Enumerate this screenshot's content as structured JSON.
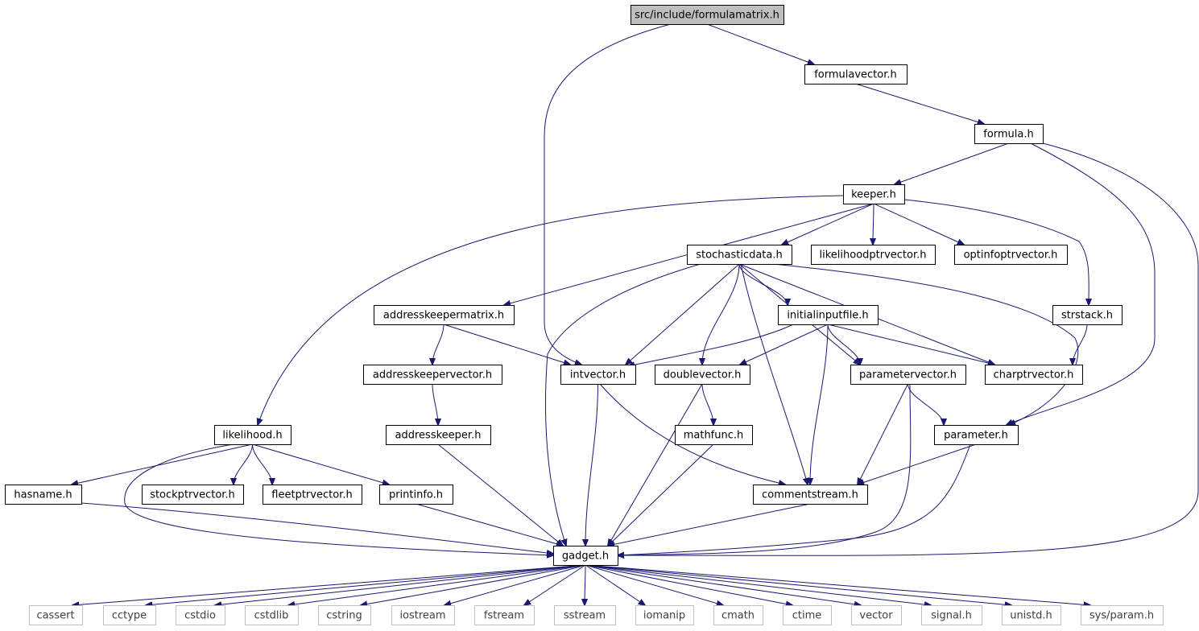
{
  "graph": {
    "root": "src/include/formulamatrix.h",
    "colors": {
      "edge": "#191970",
      "root_fill": "#bfbfbf",
      "node_border": "#000000",
      "external_border": "#bfbfbf"
    },
    "nodes": [
      {
        "id": "formulamatrix",
        "label": "src/include/formulamatrix.h",
        "kind": "root"
      },
      {
        "id": "formulavector",
        "label": "formulavector.h",
        "kind": "internal"
      },
      {
        "id": "formula",
        "label": "formula.h",
        "kind": "internal"
      },
      {
        "id": "keeper",
        "label": "keeper.h",
        "kind": "internal"
      },
      {
        "id": "stochasticdata",
        "label": "stochasticdata.h",
        "kind": "internal"
      },
      {
        "id": "likelihoodptrvector",
        "label": "likelihoodptrvector.h",
        "kind": "internal"
      },
      {
        "id": "optinfoptrvector",
        "label": "optinfoptrvector.h",
        "kind": "internal"
      },
      {
        "id": "addresskeepermatrix",
        "label": "addresskeepermatrix.h",
        "kind": "internal"
      },
      {
        "id": "initialinputfile",
        "label": "initialinputfile.h",
        "kind": "internal"
      },
      {
        "id": "strstack",
        "label": "strstack.h",
        "kind": "internal"
      },
      {
        "id": "addresskeepervector",
        "label": "addresskeepervector.h",
        "kind": "internal"
      },
      {
        "id": "intvector",
        "label": "intvector.h",
        "kind": "internal"
      },
      {
        "id": "doublevector",
        "label": "doublevector.h",
        "kind": "internal"
      },
      {
        "id": "parametervector",
        "label": "parametervector.h",
        "kind": "internal"
      },
      {
        "id": "charptrvector",
        "label": "charptrvector.h",
        "kind": "internal"
      },
      {
        "id": "likelihood",
        "label": "likelihood.h",
        "kind": "internal"
      },
      {
        "id": "addresskeeper",
        "label": "addresskeeper.h",
        "kind": "internal"
      },
      {
        "id": "mathfunc",
        "label": "mathfunc.h",
        "kind": "internal"
      },
      {
        "id": "parameter",
        "label": "parameter.h",
        "kind": "internal"
      },
      {
        "id": "hasname",
        "label": "hasname.h",
        "kind": "internal"
      },
      {
        "id": "stockptrvector",
        "label": "stockptrvector.h",
        "kind": "internal"
      },
      {
        "id": "fleetptrvector",
        "label": "fleetptrvector.h",
        "kind": "internal"
      },
      {
        "id": "printinfo",
        "label": "printinfo.h",
        "kind": "internal"
      },
      {
        "id": "commentstream",
        "label": "commentstream.h",
        "kind": "internal"
      },
      {
        "id": "gadget",
        "label": "gadget.h",
        "kind": "internal"
      },
      {
        "id": "cassert",
        "label": "cassert",
        "kind": "external"
      },
      {
        "id": "cctype",
        "label": "cctype",
        "kind": "external"
      },
      {
        "id": "cstdio",
        "label": "cstdio",
        "kind": "external"
      },
      {
        "id": "cstdlib",
        "label": "cstdlib",
        "kind": "external"
      },
      {
        "id": "cstring",
        "label": "cstring",
        "kind": "external"
      },
      {
        "id": "iostream",
        "label": "iostream",
        "kind": "external"
      },
      {
        "id": "fstream",
        "label": "fstream",
        "kind": "external"
      },
      {
        "id": "sstream",
        "label": "sstream",
        "kind": "external"
      },
      {
        "id": "iomanip",
        "label": "iomanip",
        "kind": "external"
      },
      {
        "id": "cmath",
        "label": "cmath",
        "kind": "external"
      },
      {
        "id": "ctime",
        "label": "ctime",
        "kind": "external"
      },
      {
        "id": "vector",
        "label": "vector",
        "kind": "external"
      },
      {
        "id": "signal",
        "label": "signal.h",
        "kind": "external"
      },
      {
        "id": "unistd",
        "label": "unistd.h",
        "kind": "external"
      },
      {
        "id": "sysparam",
        "label": "sys/param.h",
        "kind": "external"
      }
    ],
    "edges": [
      {
        "from": "formulamatrix",
        "to": "formulavector"
      },
      {
        "from": "formulamatrix",
        "to": "intvector"
      },
      {
        "from": "formulavector",
        "to": "formula"
      },
      {
        "from": "formula",
        "to": "keeper"
      },
      {
        "from": "formula",
        "to": "parameter"
      },
      {
        "from": "formula",
        "to": "gadget"
      },
      {
        "from": "keeper",
        "to": "likelihood"
      },
      {
        "from": "keeper",
        "to": "addresskeepermatrix"
      },
      {
        "from": "keeper",
        "to": "stochasticdata"
      },
      {
        "from": "keeper",
        "to": "likelihoodptrvector"
      },
      {
        "from": "keeper",
        "to": "optinfoptrvector"
      },
      {
        "from": "keeper",
        "to": "strstack"
      },
      {
        "from": "stochasticdata",
        "to": "gadget"
      },
      {
        "from": "stochasticdata",
        "to": "intvector"
      },
      {
        "from": "stochasticdata",
        "to": "doublevector"
      },
      {
        "from": "stochasticdata",
        "to": "commentstream"
      },
      {
        "from": "stochasticdata",
        "to": "initialinputfile"
      },
      {
        "from": "stochasticdata",
        "to": "parametervector"
      },
      {
        "from": "stochasticdata",
        "to": "charptrvector"
      },
      {
        "from": "stochasticdata",
        "to": "parameter"
      },
      {
        "from": "addresskeepermatrix",
        "to": "addresskeepervector"
      },
      {
        "from": "addresskeepermatrix",
        "to": "intvector"
      },
      {
        "from": "initialinputfile",
        "to": "intvector"
      },
      {
        "from": "initialinputfile",
        "to": "doublevector"
      },
      {
        "from": "initialinputfile",
        "to": "commentstream"
      },
      {
        "from": "initialinputfile",
        "to": "parametervector"
      },
      {
        "from": "initialinputfile",
        "to": "charptrvector"
      },
      {
        "from": "strstack",
        "to": "charptrvector"
      },
      {
        "from": "addresskeepervector",
        "to": "addresskeeper"
      },
      {
        "from": "addresskeeper",
        "to": "gadget"
      },
      {
        "from": "intvector",
        "to": "gadget"
      },
      {
        "from": "intvector",
        "to": "commentstream"
      },
      {
        "from": "doublevector",
        "to": "mathfunc"
      },
      {
        "from": "doublevector",
        "to": "gadget"
      },
      {
        "from": "mathfunc",
        "to": "gadget"
      },
      {
        "from": "parametervector",
        "to": "parameter"
      },
      {
        "from": "parametervector",
        "to": "commentstream"
      },
      {
        "from": "parametervector",
        "to": "gadget"
      },
      {
        "from": "parameter",
        "to": "commentstream"
      },
      {
        "from": "parameter",
        "to": "gadget"
      },
      {
        "from": "likelihood",
        "to": "hasname"
      },
      {
        "from": "likelihood",
        "to": "stockptrvector"
      },
      {
        "from": "likelihood",
        "to": "fleetptrvector"
      },
      {
        "from": "likelihood",
        "to": "printinfo"
      },
      {
        "from": "likelihood",
        "to": "gadget"
      },
      {
        "from": "hasname",
        "to": "gadget"
      },
      {
        "from": "printinfo",
        "to": "gadget"
      },
      {
        "from": "commentstream",
        "to": "gadget"
      },
      {
        "from": "gadget",
        "to": "cassert"
      },
      {
        "from": "gadget",
        "to": "cctype"
      },
      {
        "from": "gadget",
        "to": "cstdio"
      },
      {
        "from": "gadget",
        "to": "cstdlib"
      },
      {
        "from": "gadget",
        "to": "cstring"
      },
      {
        "from": "gadget",
        "to": "iostream"
      },
      {
        "from": "gadget",
        "to": "fstream"
      },
      {
        "from": "gadget",
        "to": "sstream"
      },
      {
        "from": "gadget",
        "to": "iomanip"
      },
      {
        "from": "gadget",
        "to": "cmath"
      },
      {
        "from": "gadget",
        "to": "ctime"
      },
      {
        "from": "gadget",
        "to": "vector"
      },
      {
        "from": "gadget",
        "to": "signal"
      },
      {
        "from": "gadget",
        "to": "unistd"
      },
      {
        "from": "gadget",
        "to": "sysparam"
      }
    ]
  }
}
